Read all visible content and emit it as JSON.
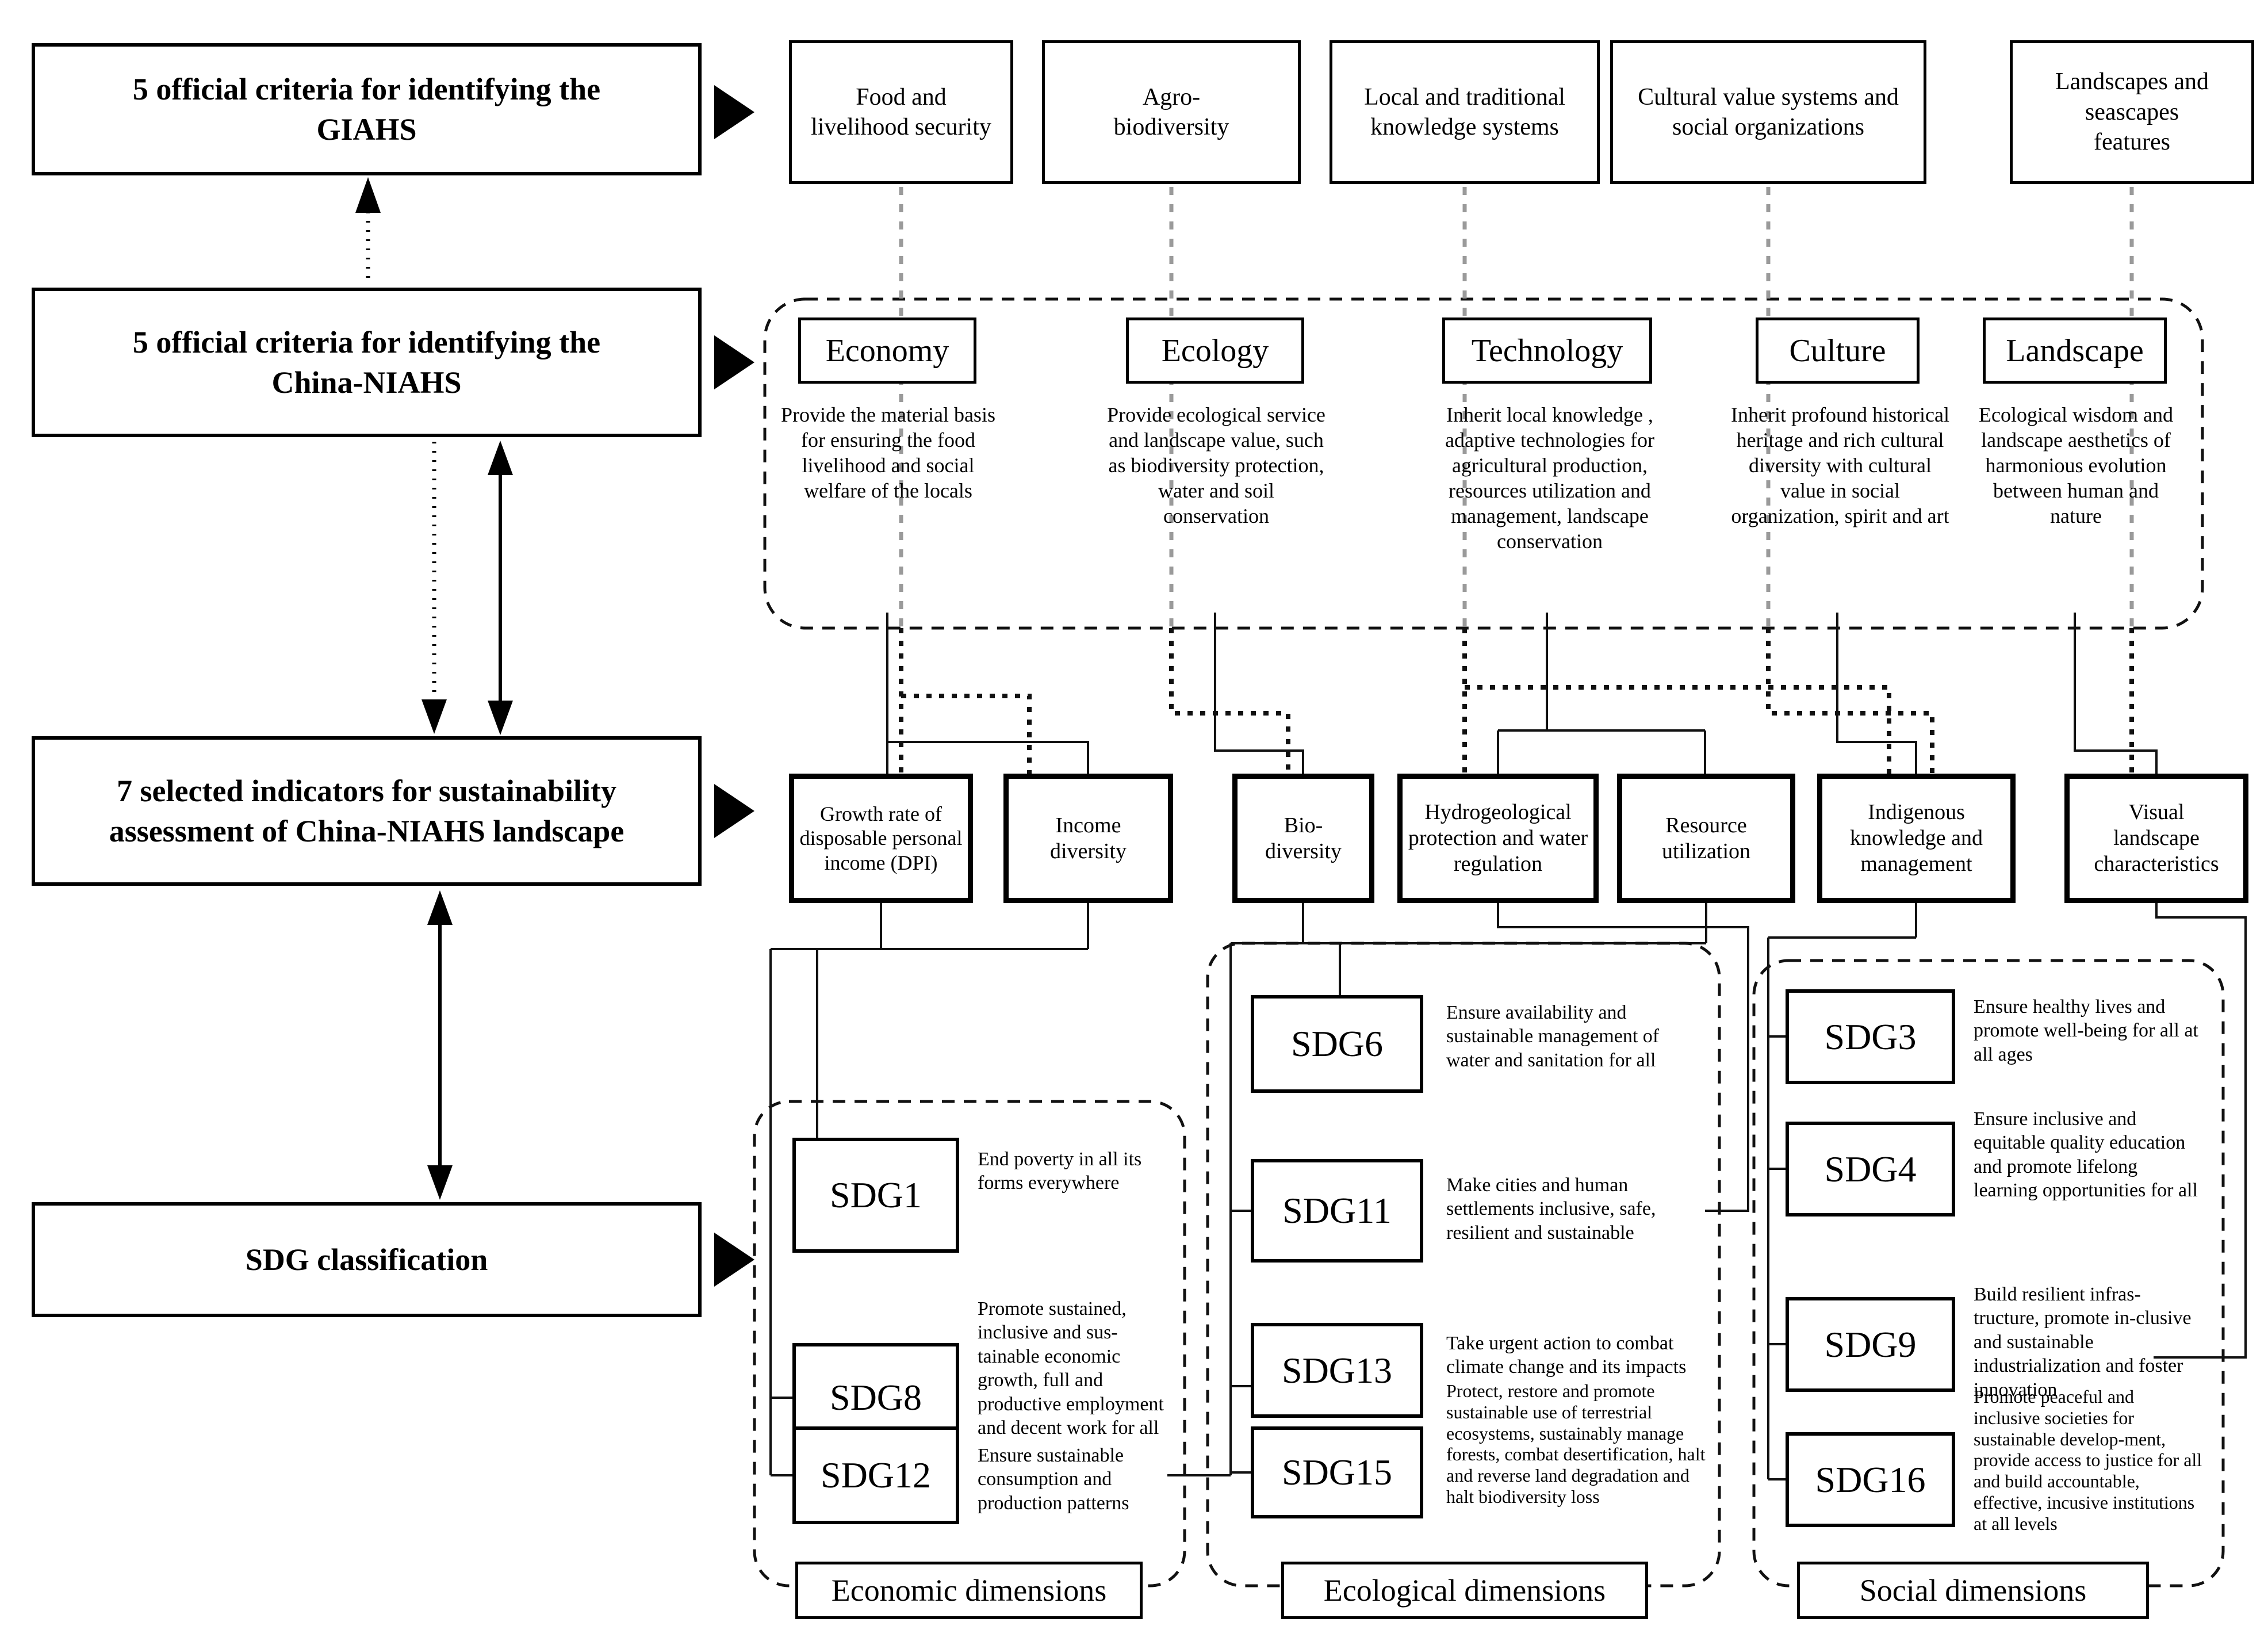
{
  "left_panel": {
    "giahs_criteria_label": "5 official criteria for identifying the GIAHS",
    "niahs_criteria_label": "5 official criteria for identifying the China-NIAHS",
    "indicators_label": "7 selected  indicators for sustainability assessment of China-NIAHS landscape",
    "sdg_label": "SDG classification"
  },
  "giahs_criteria": [
    "Food and livelihood security",
    "Agro-biodiversity",
    "Local and traditional knowledge systems",
    "Cultural value systems and social organizations",
    "Landscapes and seascapes features"
  ],
  "niahs_criteria": [
    {
      "title": "Economy",
      "description": "Provide the material basis for ensuring the food livelihood and social welfare of the locals"
    },
    {
      "title": "Ecology",
      "description": "Provide ecological service and landscape value, such as biodiversity protection, water and soil conservation"
    },
    {
      "title": "Technology",
      "description": "Inherit local knowledge , adaptive technologies for agricultural production, resources utilization and management, landscape conservation"
    },
    {
      "title": "Culture",
      "description": "Inherit profound historical heritage and rich cultural diversity with cultural value in social organization, spirit and art"
    },
    {
      "title": "Landscape",
      "description": "Ecological wisdom and landscape aesthetics of harmonious evolution between human and nature"
    }
  ],
  "indicators": [
    "Growth rate of disposable personal income (DPI)",
    "Income diversity",
    "Bio-diversity",
    "Hydrogeological protection and water regulation",
    "Resource utilization",
    "Indigenous knowledge and management",
    "Visual landscape characteristics"
  ],
  "sdg_groups": [
    {
      "dimension": "Economic dimensions",
      "sdgs": [
        {
          "code": "SDG1",
          "description": "End poverty in all its forms everywhere"
        },
        {
          "code": "SDG8",
          "description": "Promote sustained, inclusive and sus-tainable economic growth, full and productive employment and decent work for all"
        },
        {
          "code": "SDG12",
          "description": "Ensure sustainable consumption and production patterns"
        }
      ]
    },
    {
      "dimension": "Ecological dimensions",
      "sdgs": [
        {
          "code": "SDG6",
          "description": "Ensure availability and sustainable management of water and sanitation for all"
        },
        {
          "code": "SDG11",
          "description": "Make cities and human settlements inclusive, safe, resilient and sustainable"
        },
        {
          "code": "SDG13",
          "description": "Take urgent action to combat climate change and its impacts"
        },
        {
          "code": "SDG15",
          "description": "Protect, restore and promote sustainable use of terrestrial ecosystems, sustainably manage forests, combat desertification, halt and reverse land degradation and halt biodiversity loss"
        }
      ]
    },
    {
      "dimension": "Social dimensions",
      "sdgs": [
        {
          "code": "SDG3",
          "description": "Ensure healthy lives and promote well-being for all at all ages"
        },
        {
          "code": "SDG4",
          "description": "Ensure inclusive and equitable quality education and promote lifelong learning opportunities for all"
        },
        {
          "code": "SDG9",
          "description": "Build resilient infras-tructure, promote in-clusive and sustainable industrialization and foster innovation"
        },
        {
          "code": "SDG16",
          "description": "Promote peaceful and inclusive societies for sustainable develop-ment, provide access to justice for all and build accountable, effective, incusive institutions at all levels"
        }
      ]
    }
  ],
  "colors": {
    "line": "#111111",
    "dotted_gray": "#9a9a9a",
    "background": "#ffffff"
  }
}
